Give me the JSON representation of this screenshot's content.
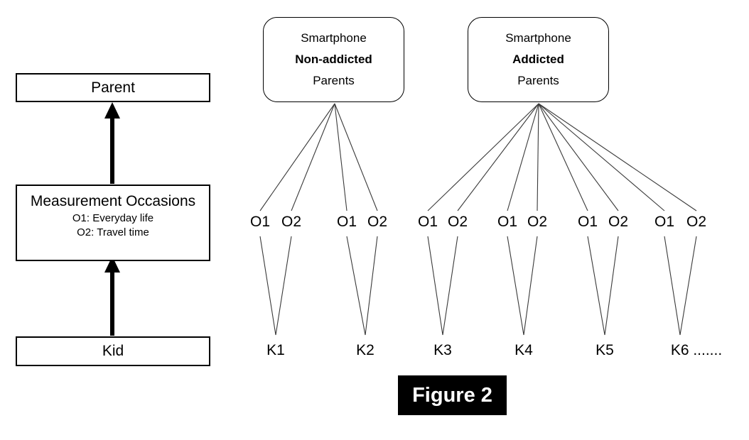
{
  "figure": {
    "caption": "Figure 2"
  },
  "left_flow": {
    "parent_box_label": "Parent",
    "measurement_box": {
      "title": "Measurement Occasions",
      "occasion1": "O1: Everyday life",
      "occasion2": "O2: Travel time"
    },
    "kid_box_label": "Kid"
  },
  "parent_groups": [
    {
      "line1": "Smartphone",
      "line2": "Non-addicted",
      "line3": "Parents"
    },
    {
      "line1": "Smartphone",
      "line2": "Addicted",
      "line3": "Parents"
    }
  ],
  "pairs": [
    {
      "o1": "O1",
      "o2": "O2",
      "kid": "K1"
    },
    {
      "o1": "O1",
      "o2": "O2",
      "kid": "K2"
    },
    {
      "o1": "O1",
      "o2": "O2",
      "kid": "K3"
    },
    {
      "o1": "O1",
      "o2": "O2",
      "kid": "K4"
    },
    {
      "o1": "O1",
      "o2": "O2",
      "kid": "K5"
    },
    {
      "o1": "O1",
      "o2": "O2",
      "kid": "K6 ......."
    }
  ],
  "colors": {
    "line": "#3a3a3a",
    "border": "#000000",
    "caption_bg": "#000000",
    "caption_text": "#ffffff"
  }
}
